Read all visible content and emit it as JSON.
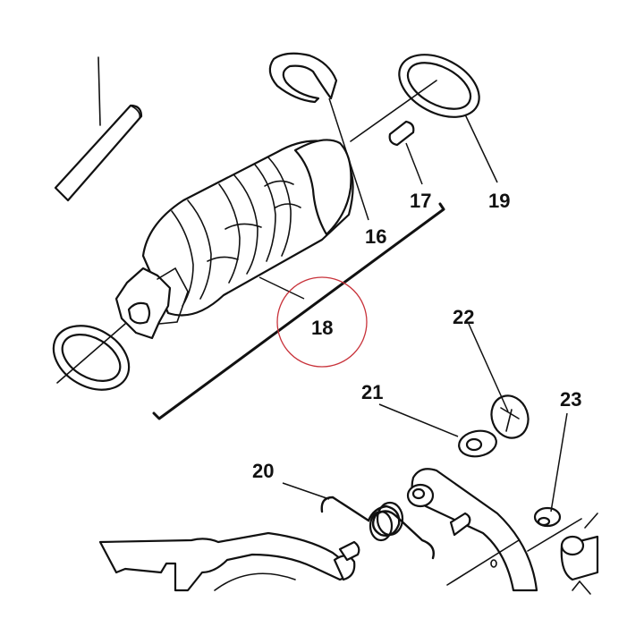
{
  "diagram": {
    "callouts": [
      {
        "id": "16",
        "label": "16"
      },
      {
        "id": "17",
        "label": "17"
      },
      {
        "id": "18",
        "label": "18"
      },
      {
        "id": "19",
        "label": "19"
      },
      {
        "id": "20",
        "label": "20"
      },
      {
        "id": "21",
        "label": "21"
      },
      {
        "id": "22",
        "label": "22"
      },
      {
        "id": "23",
        "label": "23"
      }
    ],
    "highlighted_callout": "18",
    "colors": {
      "line": "#111111",
      "background": "#ffffff",
      "highlight_circle": "#c8323a"
    }
  }
}
